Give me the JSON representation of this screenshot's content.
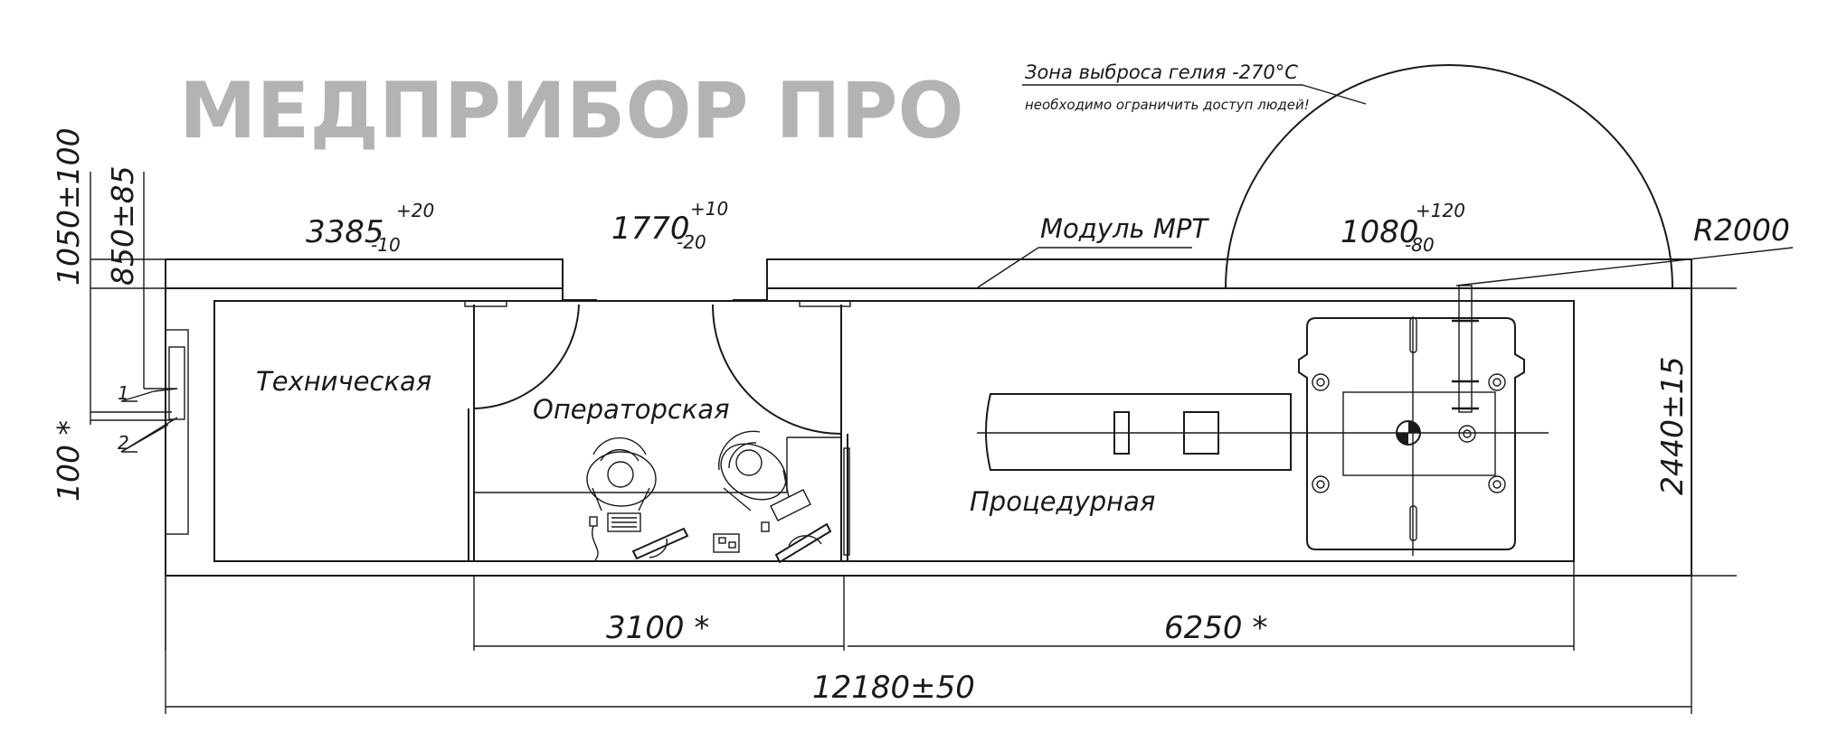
{
  "brand": {
    "name": "МЕДПРИБОР ПРО",
    "color": "#b3b3b3"
  },
  "helium_zone": {
    "title": "Зона выброса гелия -270°С",
    "warning": "необходимо ограничить доступ людей!",
    "radius_label": "R2000"
  },
  "module_label": "Модуль МРТ",
  "rooms": {
    "technical": "Техническая",
    "operator": "Операторская",
    "procedure": "Процедурная"
  },
  "dimensions": {
    "d3385": {
      "base": "3385",
      "sup": "+20",
      "sub": "-10"
    },
    "d1770": {
      "base": "1770",
      "sup": "+10",
      "sub": "-20"
    },
    "d1080": {
      "base": "1080",
      "sup": "+120",
      "sub": "-80"
    },
    "height_total": "1050±100",
    "height_inner": "850±85",
    "wall_offset": "100 *",
    "width_right": "2440±15",
    "operator_length": "3100 *",
    "procedure_length": "6250 *",
    "total_length": "12180±50"
  },
  "callouts": {
    "c1": "1",
    "c2": "2"
  },
  "colors": {
    "line": "#1a1a1a",
    "background": "#ffffff"
  }
}
